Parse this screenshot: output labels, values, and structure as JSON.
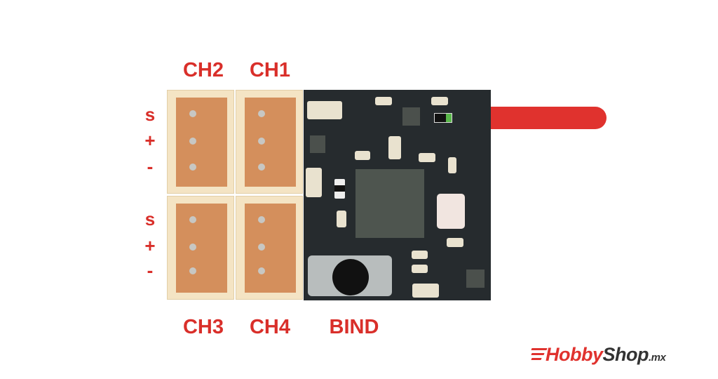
{
  "channels": {
    "ch2": "CH2",
    "ch1": "CH1",
    "ch3": "CH3",
    "ch4": "CH4",
    "bind": "BIND"
  },
  "pins": {
    "top": [
      "s",
      "+",
      "-"
    ],
    "bottom": [
      "s",
      "+",
      "-"
    ]
  },
  "logo": {
    "brand_red": "Hobby",
    "brand_dark": "Shop",
    "tld": ".mx"
  },
  "colors": {
    "label": "#d92f2a",
    "pcb": "#262b2e",
    "connector_base": "#f4e4c4",
    "connector_body": "#d48f5c",
    "antenna": "#e0322e"
  }
}
